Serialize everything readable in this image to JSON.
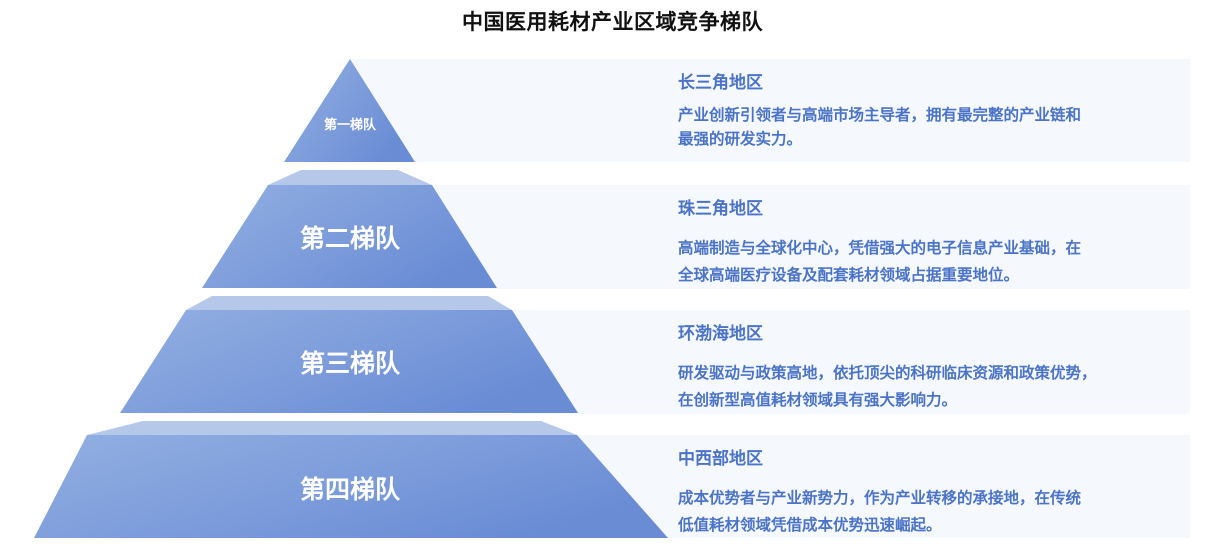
{
  "title": "中国医用耗材产业区域竞争梯队",
  "colors": {
    "pyramid_dark": "#6b8ed6",
    "pyramid_light": "#90aee0",
    "pyramid_cap": "#b6c8ea",
    "panel_bg": "#f5f8fd",
    "text_blue": "#4b74c9"
  },
  "tiers": [
    {
      "label": "第一梯队",
      "region": "长三角地区",
      "desc_line1": "产业创新引领者与高端市场主导者，拥有最完整的产业链和",
      "desc_line2": "最强的研发实力。"
    },
    {
      "label": "第二梯队",
      "region": "珠三角地区",
      "desc_line1": "高端制造与全球化中心，凭借强大的电子信息产业基础，在",
      "desc_line2": "全球高端医疗设备及配套耗材领域占据重要地位。"
    },
    {
      "label": "第三梯队",
      "region": "环渤海地区",
      "desc_line1": "研发驱动与政策高地，依托顶尖的科研临床资源和政策优势，",
      "desc_line2": "在创新型高值耗材领域具有强大影响力。"
    },
    {
      "label": "第四梯队",
      "region": "中西部地区",
      "desc_line1": "成本优势者与产业新势力，作为产业转移的承接地，在传统",
      "desc_line2": "低值耗材领域凭借成本优势迅速崛起。"
    }
  ]
}
